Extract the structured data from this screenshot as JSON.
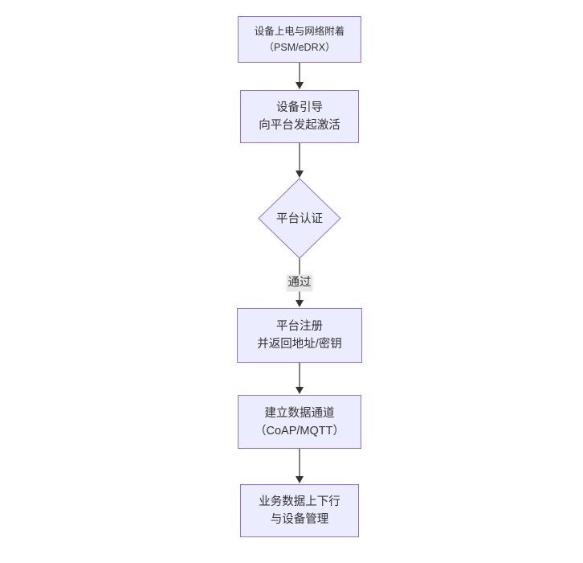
{
  "diagram": {
    "type": "flowchart",
    "direction": "top-down",
    "nodes": [
      {
        "id": "power-attach",
        "shape": "rect",
        "lines": [
          "设备上电与网络附着",
          "（PSM/eDRX）"
        ]
      },
      {
        "id": "bootstrap",
        "shape": "rect",
        "lines": [
          "设备引导",
          "向平台发起激活"
        ]
      },
      {
        "id": "platform-auth",
        "shape": "diamond",
        "lines": [
          "平台认证"
        ]
      },
      {
        "id": "platform-register",
        "shape": "rect",
        "lines": [
          "平台注册",
          "并返回地址/密钥"
        ]
      },
      {
        "id": "data-channel",
        "shape": "rect",
        "lines": [
          "建立数据通道",
          "（CoAP/MQTT）"
        ]
      },
      {
        "id": "business-data",
        "shape": "rect",
        "lines": [
          "业务数据上下行",
          "与设备管理"
        ]
      }
    ],
    "edges": [
      {
        "from": "power-attach",
        "to": "bootstrap"
      },
      {
        "from": "bootstrap",
        "to": "platform-auth"
      },
      {
        "from": "platform-auth",
        "to": "platform-register",
        "label": "通过"
      },
      {
        "from": "platform-register",
        "to": "data-channel"
      },
      {
        "from": "data-channel",
        "to": "business-data"
      }
    ],
    "colors": {
      "node_fill": "#ECECFF",
      "node_border": "#9370DB",
      "edge_line": "#333333",
      "text": "#333333",
      "edge_label_background": "#e8e8e8",
      "canvas_background": "#ffffff"
    }
  }
}
